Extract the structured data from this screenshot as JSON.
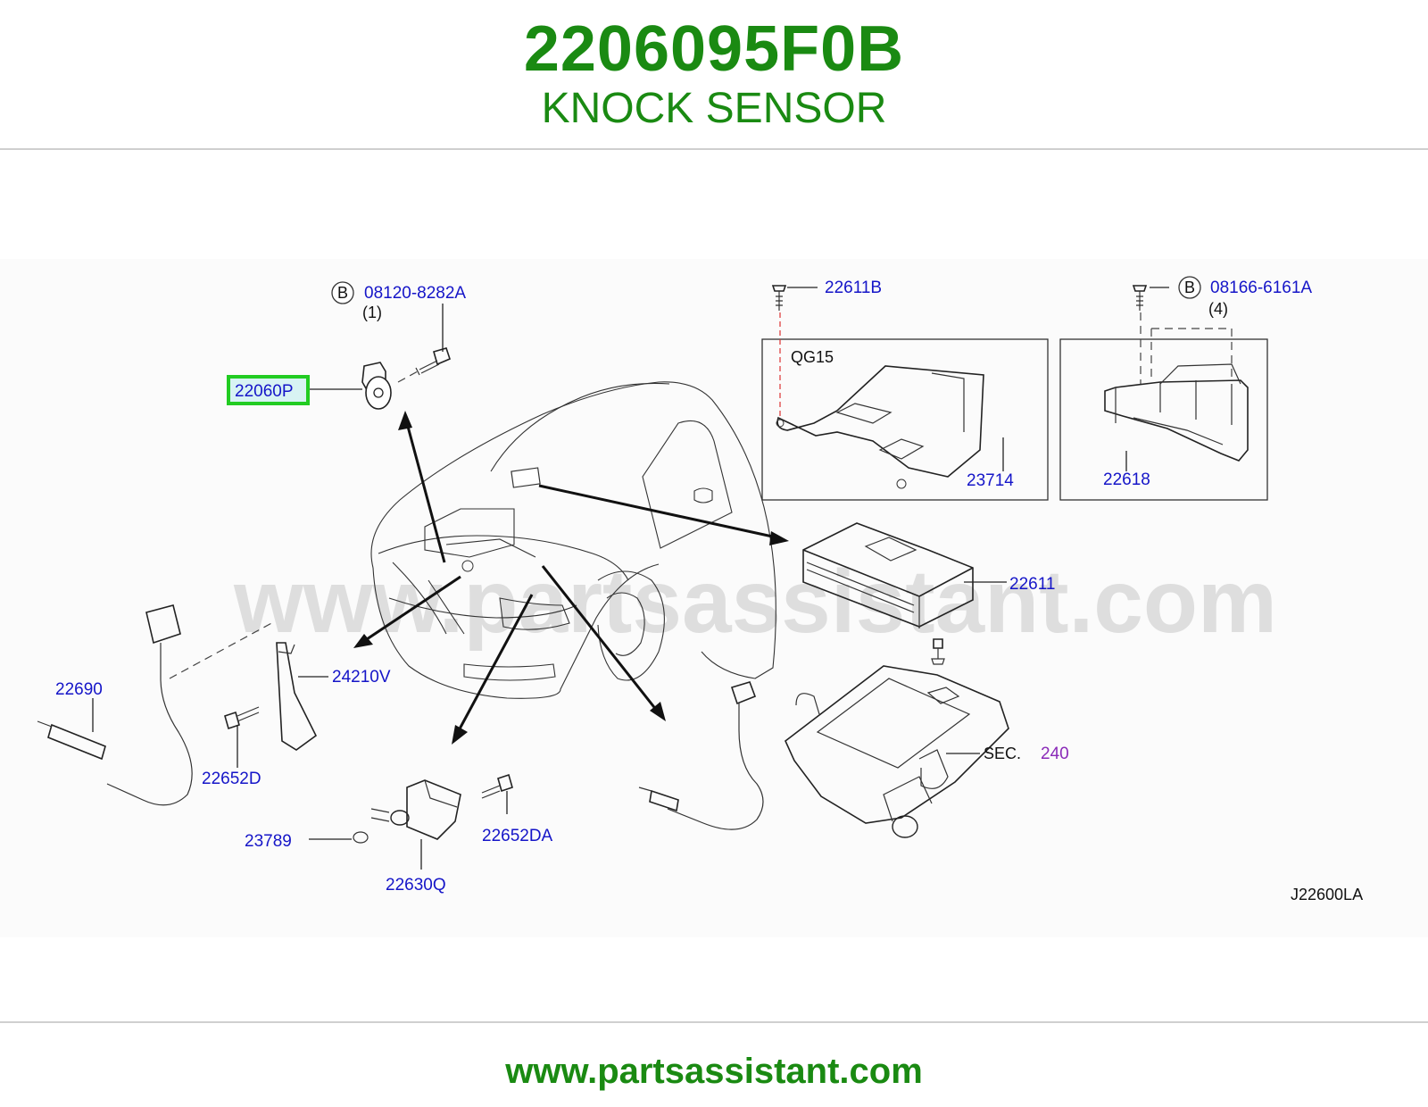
{
  "header": {
    "part_number": "2206095F0B",
    "part_name": "KNOCK SENSOR"
  },
  "diagram": {
    "watermark": "www.partsassistant.com",
    "diagram_code": "J22600LA",
    "highlighted_part": "22060P",
    "callouts": {
      "c_08120": "08120-8282A",
      "c_08120_qty": "(1)",
      "c_08166": "08166-6161A",
      "c_08166_qty": "(4)",
      "c_22611B": "22611B",
      "c_QG15": "QG15",
      "c_23714": "23714",
      "c_22618": "22618",
      "c_22611": "22611",
      "c_22060P": "22060P",
      "c_22690": "22690",
      "c_24210V": "24210V",
      "c_22652D": "22652D",
      "c_22652DA": "22652DA",
      "c_23789": "23789",
      "c_22630Q": "22630Q",
      "c_SEC": "SEC.",
      "c_240": "240",
      "b_symbol": "B"
    }
  },
  "footer": {
    "url": "www.partsassistant.com"
  },
  "colors": {
    "brand_green": "#1a8a12",
    "callout_blue": "#1515c8",
    "section_purple": "#8a2ab8",
    "highlight_green": "#22cc22",
    "highlight_fill": "#d8f3f3"
  }
}
